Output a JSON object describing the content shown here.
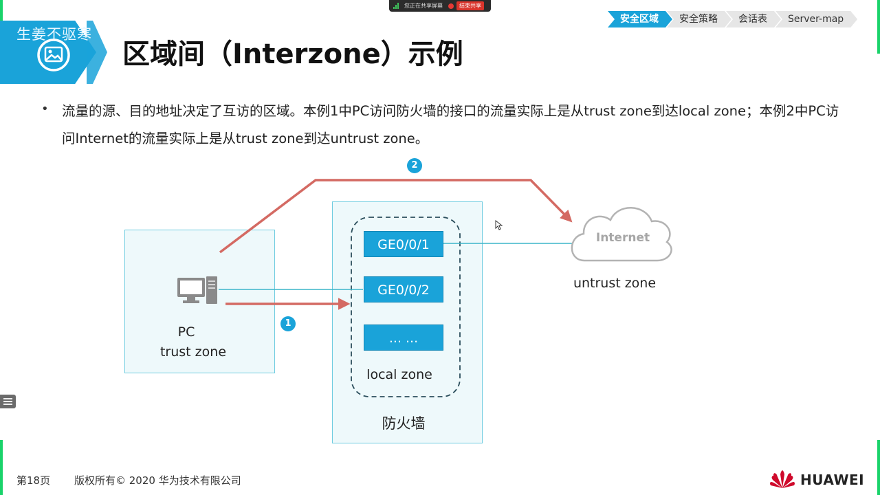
{
  "header": {
    "banner_text": "生姜不驱寒",
    "title": "区域间（Interzone）示例"
  },
  "share_bar": {
    "status_text": "您正在共享屏幕",
    "stop_label": "结束共享"
  },
  "nav": {
    "items": [
      {
        "label": "安全区域",
        "active": true
      },
      {
        "label": "安全策略",
        "active": false
      },
      {
        "label": "会话表",
        "active": false
      },
      {
        "label": "Server-map",
        "active": false
      }
    ]
  },
  "body": {
    "bullet_text": "流量的源、目的地址决定了互访的区域。本例1中PC访问防火墙的接口的流量实际上是从trust zone到达local zone；本例2中PC访问Internet的流量实际上是从trust zone到达untrust zone。"
  },
  "diagram": {
    "pc_label": "PC",
    "trust_zone_label": "trust zone",
    "interfaces": [
      "GE0/0/1",
      "GE0/0/2",
      "... ..."
    ],
    "local_zone_label": "local zone",
    "firewall_label": "防火墙",
    "internet_label": "Internet",
    "untrust_zone_label": "untrust zone",
    "badge_1": "1",
    "badge_2": "2",
    "colors": {
      "accent": "#1aa3d9",
      "flow_arrow": "#d46a63",
      "link_line": "#3bb6c9",
      "zone_fill": "#eef9fb"
    }
  },
  "footer": {
    "page": "第18页",
    "copyright": "版权所有© 2020 华为技术有限公司",
    "brand": "HUAWEI"
  }
}
